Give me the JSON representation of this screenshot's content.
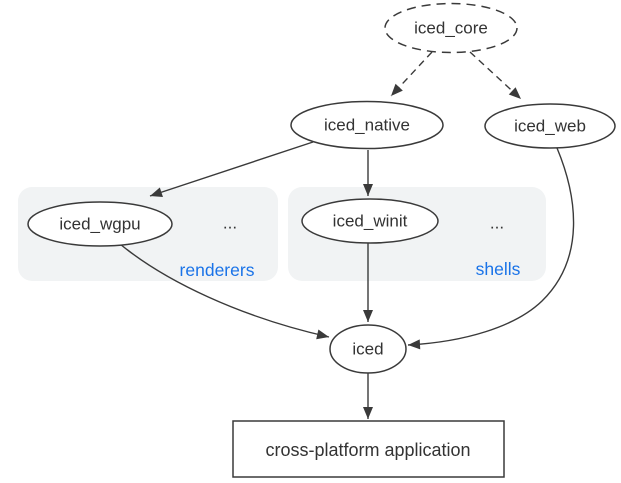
{
  "diagram": {
    "description": "iced crate ecosystem dependency diagram",
    "colors": {
      "background": "#ffffff",
      "stroke": "#3a3a3a",
      "text": "#333333",
      "node_fill": "#ffffff",
      "group_fill": "#f1f3f4",
      "group_label": "#1a73e8"
    },
    "nodes": {
      "iced_core": {
        "label": "iced_core",
        "shape": "ellipse",
        "style": "dashed"
      },
      "iced_native": {
        "label": "iced_native",
        "shape": "ellipse",
        "style": "solid"
      },
      "iced_web": {
        "label": "iced_web",
        "shape": "ellipse",
        "style": "solid"
      },
      "iced_wgpu": {
        "label": "iced_wgpu",
        "shape": "ellipse",
        "style": "solid",
        "group": "renderers"
      },
      "iced_winit": {
        "label": "iced_winit",
        "shape": "ellipse",
        "style": "solid",
        "group": "shells"
      },
      "iced": {
        "label": "iced",
        "shape": "ellipse",
        "style": "solid"
      },
      "application": {
        "label": "cross-platform application",
        "shape": "rectangle",
        "style": "solid"
      }
    },
    "groups": {
      "renderers": {
        "label": "renderers",
        "ellipsis": "..."
      },
      "shells": {
        "label": "shells",
        "ellipsis": "..."
      }
    },
    "edges": [
      {
        "from": "iced_core",
        "to": "iced_native",
        "style": "dashed"
      },
      {
        "from": "iced_core",
        "to": "iced_web",
        "style": "dashed"
      },
      {
        "from": "iced_native",
        "to": "iced_wgpu",
        "style": "solid"
      },
      {
        "from": "iced_native",
        "to": "iced_winit",
        "style": "solid"
      },
      {
        "from": "iced_winit",
        "to": "iced",
        "style": "solid"
      },
      {
        "from": "iced_wgpu",
        "to": "iced",
        "style": "solid"
      },
      {
        "from": "iced_web",
        "to": "iced",
        "style": "solid"
      },
      {
        "from": "iced",
        "to": "application",
        "style": "solid"
      }
    ]
  }
}
